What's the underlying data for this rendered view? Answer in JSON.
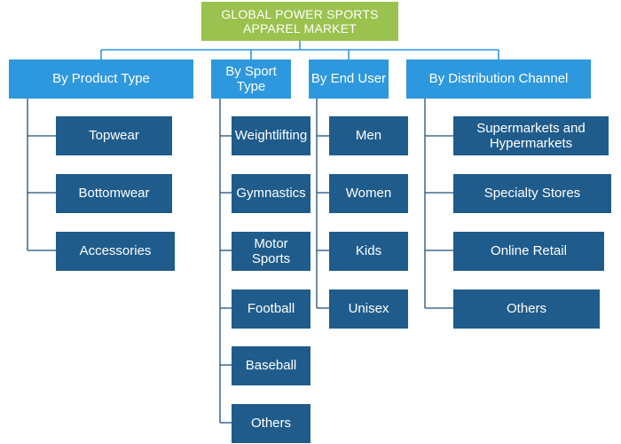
{
  "root": {
    "label": "GLOBAL POWER SPORTS\nAPPAREL MARKET"
  },
  "categories": [
    {
      "label": "By Product Type",
      "items": [
        "Topwear",
        "Bottomwear",
        "Accessories"
      ]
    },
    {
      "label": "By Sport\nType",
      "items": [
        "Weightlifting",
        "Gymnastics",
        "Motor\nSports",
        "Football",
        "Baseball",
        "Others"
      ]
    },
    {
      "label": "By End User",
      "items": [
        "Men",
        "Women",
        "Kids",
        "Unisex"
      ]
    },
    {
      "label": "By Distribution Channel",
      "items": [
        "Supermarkets and\nHypermarkets",
        "Specialty Stores",
        "Online Retail",
        "Others"
      ]
    }
  ],
  "colors": {
    "root": "#9bc24e",
    "category": "#2e98de",
    "leaf": "#1f5c8c"
  }
}
